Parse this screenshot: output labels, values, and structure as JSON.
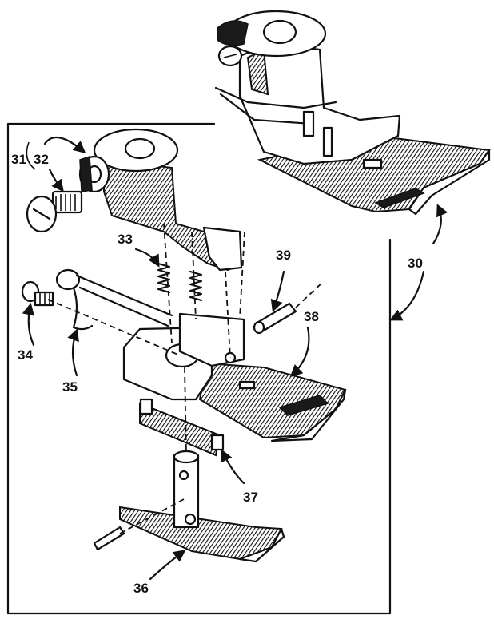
{
  "labels": {
    "l30": "30",
    "l31": "31",
    "l32": "32",
    "l33": "33",
    "l34": "34",
    "l35": "35",
    "l36": "36",
    "l37": "37",
    "l38": "38",
    "l39": "39"
  },
  "colors": {
    "ink": "#111111",
    "paper": "#ffffff"
  }
}
